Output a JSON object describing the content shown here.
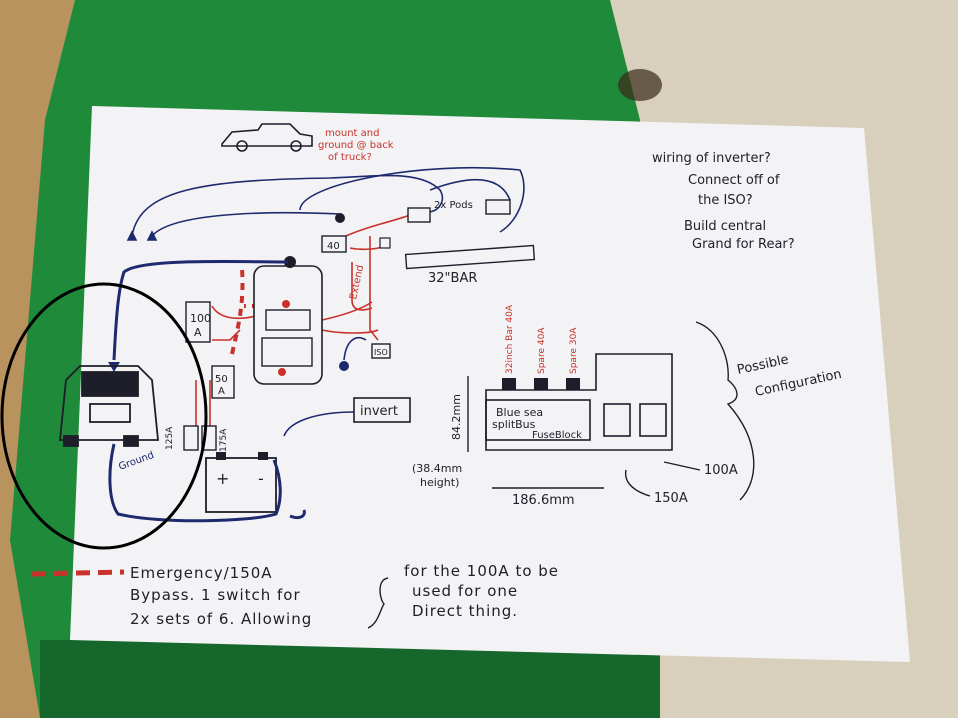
{
  "notes": {
    "mount_ground": [
      "mount and",
      "ground @ back",
      "of truck?"
    ],
    "top_right": [
      "wiring of inverter?",
      "Connect off of",
      "the ISO?",
      "Build central",
      "Grand for Rear?"
    ],
    "pods": "2x Pods",
    "bar": "32\"BAR",
    "relay_40": "40",
    "extend": "Extend",
    "fuse_100": [
      "100",
      "A"
    ],
    "fuse_50": [
      "50",
      "A"
    ],
    "fuse_125": "125A",
    "fuse_175": "175A",
    "iso": "ISO",
    "invert": "invert",
    "ground": "Ground",
    "battery_plus": "+",
    "battery_minus": "-"
  },
  "config": {
    "slots": [
      "32inch Bar 40A",
      "Spare 40A",
      "Spare 30A"
    ],
    "fuseblock": [
      "Blue sea",
      "splitBus",
      "FuseBlock"
    ],
    "height_dim": "84.2mm",
    "height_note": [
      "(38.4mm",
      "height)"
    ],
    "width_dim": "186.6mm",
    "label_100": "100A",
    "label_150": "150A",
    "possible": [
      "Possible",
      "Configuration"
    ]
  },
  "legend": {
    "lines": [
      "Emergency/150A",
      "Bypass. 1 switch for",
      "2x sets of 6. Allowing"
    ],
    "right": [
      "for the 100A to be",
      "used for one",
      "Direct thing."
    ]
  },
  "colors": {
    "ink_blue": "#1e2a6e",
    "ink_red": "#c8322a",
    "ink_black": "#1e1e2a",
    "paper": "#f3f3f6",
    "mat": "#1f8a3a"
  }
}
